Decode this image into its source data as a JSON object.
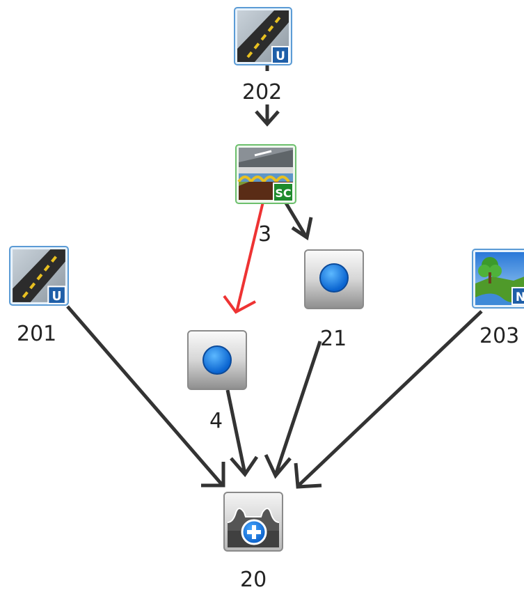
{
  "nodes": {
    "n202": {
      "label": "202",
      "icon": "road-icon",
      "badge": "U"
    },
    "n3": {
      "label": "3",
      "icon": "bridge-road-icon",
      "badge": "SC"
    },
    "n201": {
      "label": "201",
      "icon": "road-icon",
      "badge": "U"
    },
    "n21": {
      "label": "21",
      "icon": "blue-dot-icon"
    },
    "n203": {
      "label": "203",
      "icon": "landscape-icon",
      "badge": "N"
    },
    "n4": {
      "label": "4",
      "icon": "blue-dot-icon"
    },
    "n20": {
      "label": "20",
      "icon": "terrain-add-icon"
    }
  },
  "edges": [
    {
      "from": "202",
      "to": "3",
      "color": "#333333"
    },
    {
      "from": "3",
      "to": "21",
      "color": "#333333"
    },
    {
      "from": "3",
      "to": "4",
      "color": "#ee3333"
    },
    {
      "from": "201",
      "to": "20",
      "color": "#333333"
    },
    {
      "from": "4",
      "to": "20",
      "color": "#333333"
    },
    {
      "from": "21",
      "to": "20",
      "color": "#333333"
    },
    {
      "from": "203",
      "to": "20",
      "color": "#333333"
    }
  ],
  "colors": {
    "edge": "#333333",
    "highlight_edge": "#ee3333",
    "badge_blue": "#1f5fa8",
    "badge_green": "#2e8b2e",
    "dot_blue": "#1a7ee0"
  }
}
